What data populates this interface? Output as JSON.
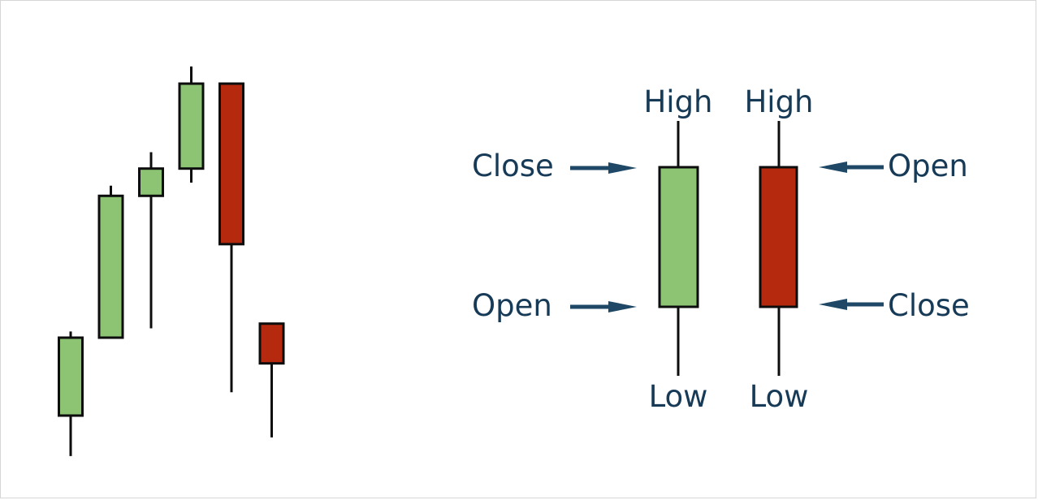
{
  "colors": {
    "bullish": "#8cc474",
    "bearish": "#b52a0e",
    "outline": "#0d0d0d",
    "label": "#173a57",
    "arrow": "#1e4866"
  },
  "chart_data": {
    "type": "candlestick",
    "candles": [
      {
        "open": 0.0,
        "close": 1.0,
        "high": 1.08,
        "low": -0.52,
        "direction": "up"
      },
      {
        "open": 1.0,
        "close": 2.82,
        "high": 2.95,
        "low": 1.0,
        "direction": "up"
      },
      {
        "open": 2.82,
        "close": 3.17,
        "high": 3.38,
        "low": 1.12,
        "direction": "up"
      },
      {
        "open": 3.17,
        "close": 4.26,
        "high": 4.48,
        "low": 2.99,
        "direction": "up"
      },
      {
        "open": 4.26,
        "close": 2.2,
        "high": 4.26,
        "low": 0.3,
        "direction": "down"
      },
      {
        "open": 1.18,
        "close": 0.67,
        "high": 1.18,
        "low": -0.28,
        "direction": "down"
      }
    ]
  },
  "legend": {
    "bullish": {
      "direction": "up",
      "high_label": "High",
      "low_label": "Low",
      "top_label": "Close",
      "bottom_label": "Open"
    },
    "bearish": {
      "direction": "down",
      "high_label": "High",
      "low_label": "Low",
      "top_label": "Open",
      "bottom_label": "Close"
    }
  }
}
